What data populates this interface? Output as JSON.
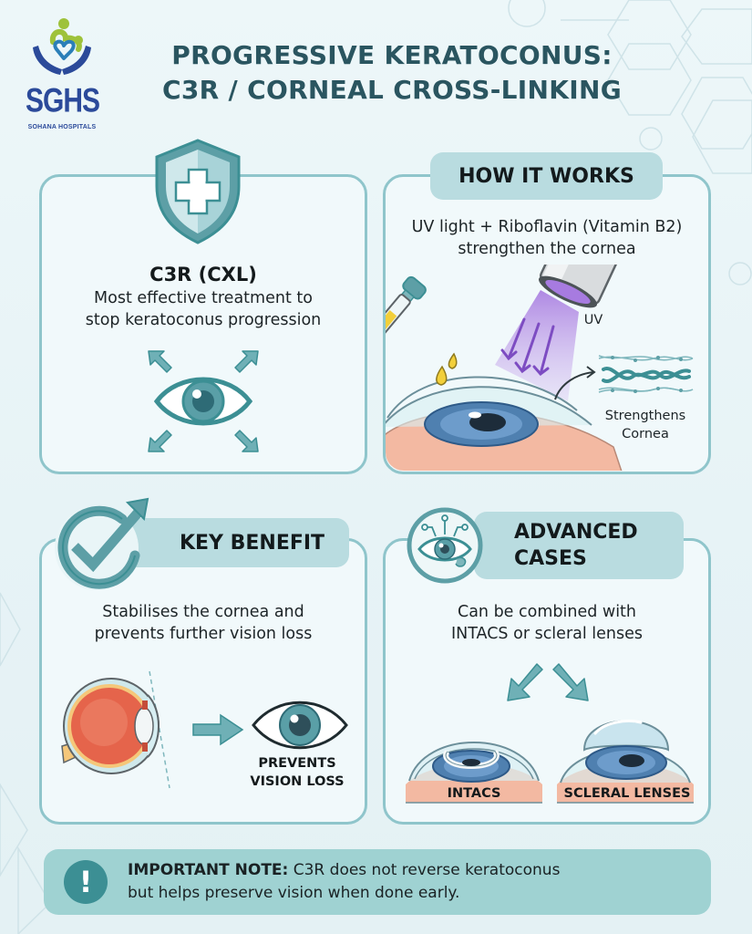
{
  "brand": {
    "logo_text": "SGHS",
    "logo_subtitle": "SOHANA HOSPITALS",
    "colors": {
      "logo_blue": "#2b4a9a",
      "logo_green": "#9ec23a"
    }
  },
  "header": {
    "title_line1": "PROGRESSIVE KERATOCONUS:",
    "title_line2": "C3R / CORNEAL CROSS-LINKING",
    "color": "#2a5560"
  },
  "cards": {
    "treatment": {
      "icon": "shield-cross-icon",
      "heading": "C3R (CXL)",
      "line1": "Most effective treatment to",
      "line2": "stop keratoconus progression",
      "illustration": "eye-expanding-arrows-icon"
    },
    "how_it_works": {
      "pill": "HOW IT WORKS",
      "line1": "UV light + Riboflavin (Vitamin B2)",
      "line2": "strengthen the cornea",
      "uv_label": "UV",
      "result_line1": "Strengthens",
      "result_line2": "Cornea",
      "illustration": "uv-lamp-riboflavin-dropper-eye-icon"
    },
    "key_benefit": {
      "icon": "check-circle-arrow-icon",
      "pill": "KEY BENEFIT",
      "line1": "Stabilises the cornea and",
      "line2": "prevents further vision loss",
      "result_line1": "PREVENTS",
      "result_line2": "VISION LOSS",
      "illustration": "eyeball-cross-section-to-eye-icon"
    },
    "advanced_cases": {
      "icon": "eye-network-icon",
      "pill_line1": "ADVANCED",
      "pill_line2": "CASES",
      "line1": "Can be combined with",
      "line2": "INTACS or scleral lenses",
      "option_left": "INTACS",
      "option_right": "SCLERAL LENSES"
    }
  },
  "note": {
    "icon": "exclamation-icon",
    "label": "IMPORTANT NOTE:",
    "text_line1": " C3R does not reverse keratoconus",
    "text_line2": "but helps preserve vision when done early."
  },
  "palette": {
    "teal_dark": "#3c8f94",
    "teal_border": "#8fc5cb",
    "pill_bg": "#b9dce0",
    "note_bg": "#9fd2d2",
    "uv_purple": "#9b6bd6",
    "riboflavin_yellow": "#f2cf3a",
    "iris_blue": "#4f80b0",
    "skin": "#f3b9a2"
  }
}
